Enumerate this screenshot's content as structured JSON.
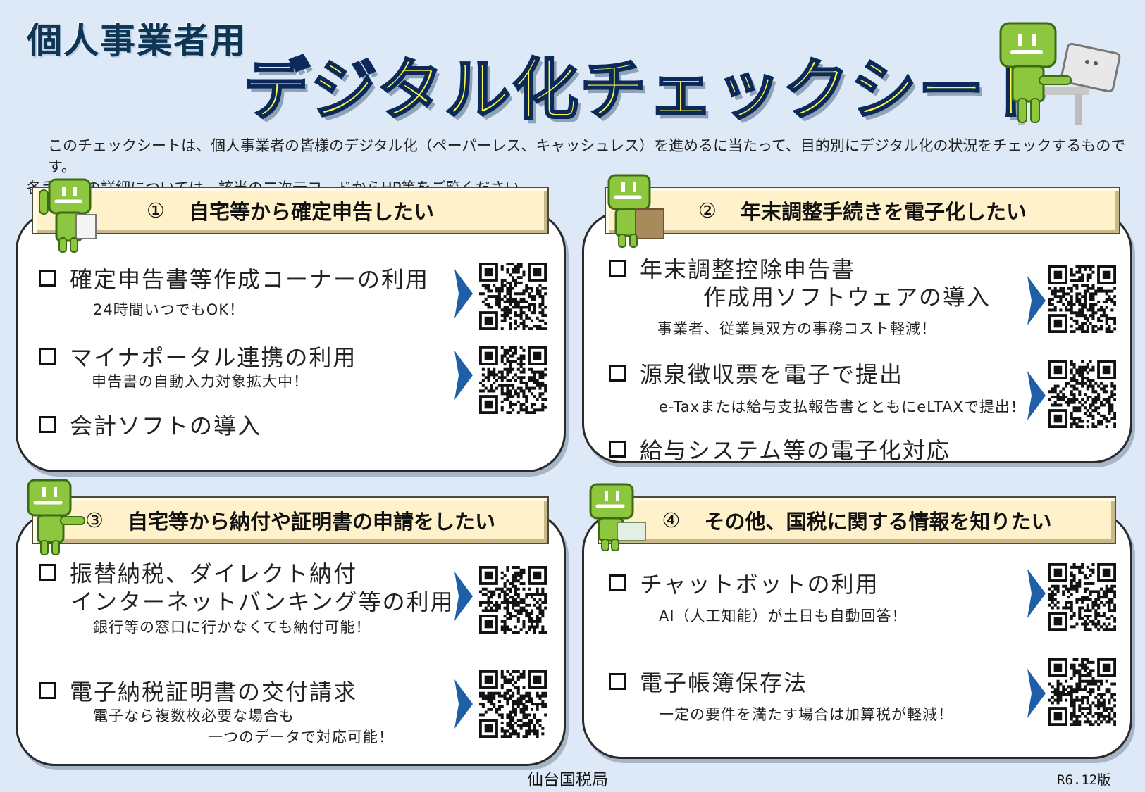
{
  "header": {
    "subtitle": "個人事業者用",
    "title": "デジタル化チェックシート",
    "intro_line1": "このチェックシートは、個人事業者の皆様のデジタル化（ペーパーレス、キャッシュレス）を進めるに当たって、目的別にデジタル化の状況をチェックするものです。",
    "intro_line2": "各手続きの詳細については、該当の二次元コードからHP等をご覧ください。"
  },
  "sections": [
    {
      "num": "①",
      "title": "自宅等から確定申告したい",
      "items": [
        {
          "line1": "確定申告書等作成コーナーの利用",
          "note": "24時間いつでもOK！"
        },
        {
          "line1": "マイナポータル連携の利用",
          "note": "申告書の自動入力対象拡大中！"
        },
        {
          "line1": "会計ソフトの導入"
        }
      ]
    },
    {
      "num": "②",
      "title": "年末調整手続きを電子化したい",
      "items": [
        {
          "line1": "年末調整控除申告書",
          "line2": "作成用ソフトウェアの導入",
          "note": "事業者、従業員双方の事務コスト軽減！"
        },
        {
          "line1": "源泉徴収票を電子で提出",
          "note": "e-Taxまたは給与支払報告書とともにeLTAXで提出！"
        },
        {
          "line1": "給与システム等の電子化対応"
        }
      ]
    },
    {
      "num": "③",
      "title": "自宅等から納付や証明書の申請をしたい",
      "items": [
        {
          "line1": "振替納税、ダイレクト納付",
          "line2": "インターネットバンキング等の利用",
          "note": "銀行等の窓口に行かなくても納付可能！"
        },
        {
          "line1": "電子納税証明書の交付請求",
          "note": "電子なら複数枚必要な場合も",
          "note2": "一つのデータで対応可能！"
        }
      ]
    },
    {
      "num": "④",
      "title": "その他、国税に関する情報を知りたい",
      "items": [
        {
          "line1": "チャットボットの利用",
          "note": "AI（人工知能）が土日も自動回答！"
        },
        {
          "line1": "電子帳簿保存法",
          "note": "一定の要件を満たす場合は加算税が軽減！"
        }
      ]
    }
  ],
  "footer": {
    "office": "仙台国税局",
    "version": "R6.12版"
  },
  "colors": {
    "background": "#dde9f6",
    "tab": "#fff1c9",
    "title_fill": "#fff64a",
    "mascot": "#8dc63f",
    "arrow": "#1f5fa8"
  },
  "icons": [
    "checkbox-icon",
    "arrow-icon",
    "qr-code-icon",
    "mascot-icon",
    "laptop-icon"
  ]
}
